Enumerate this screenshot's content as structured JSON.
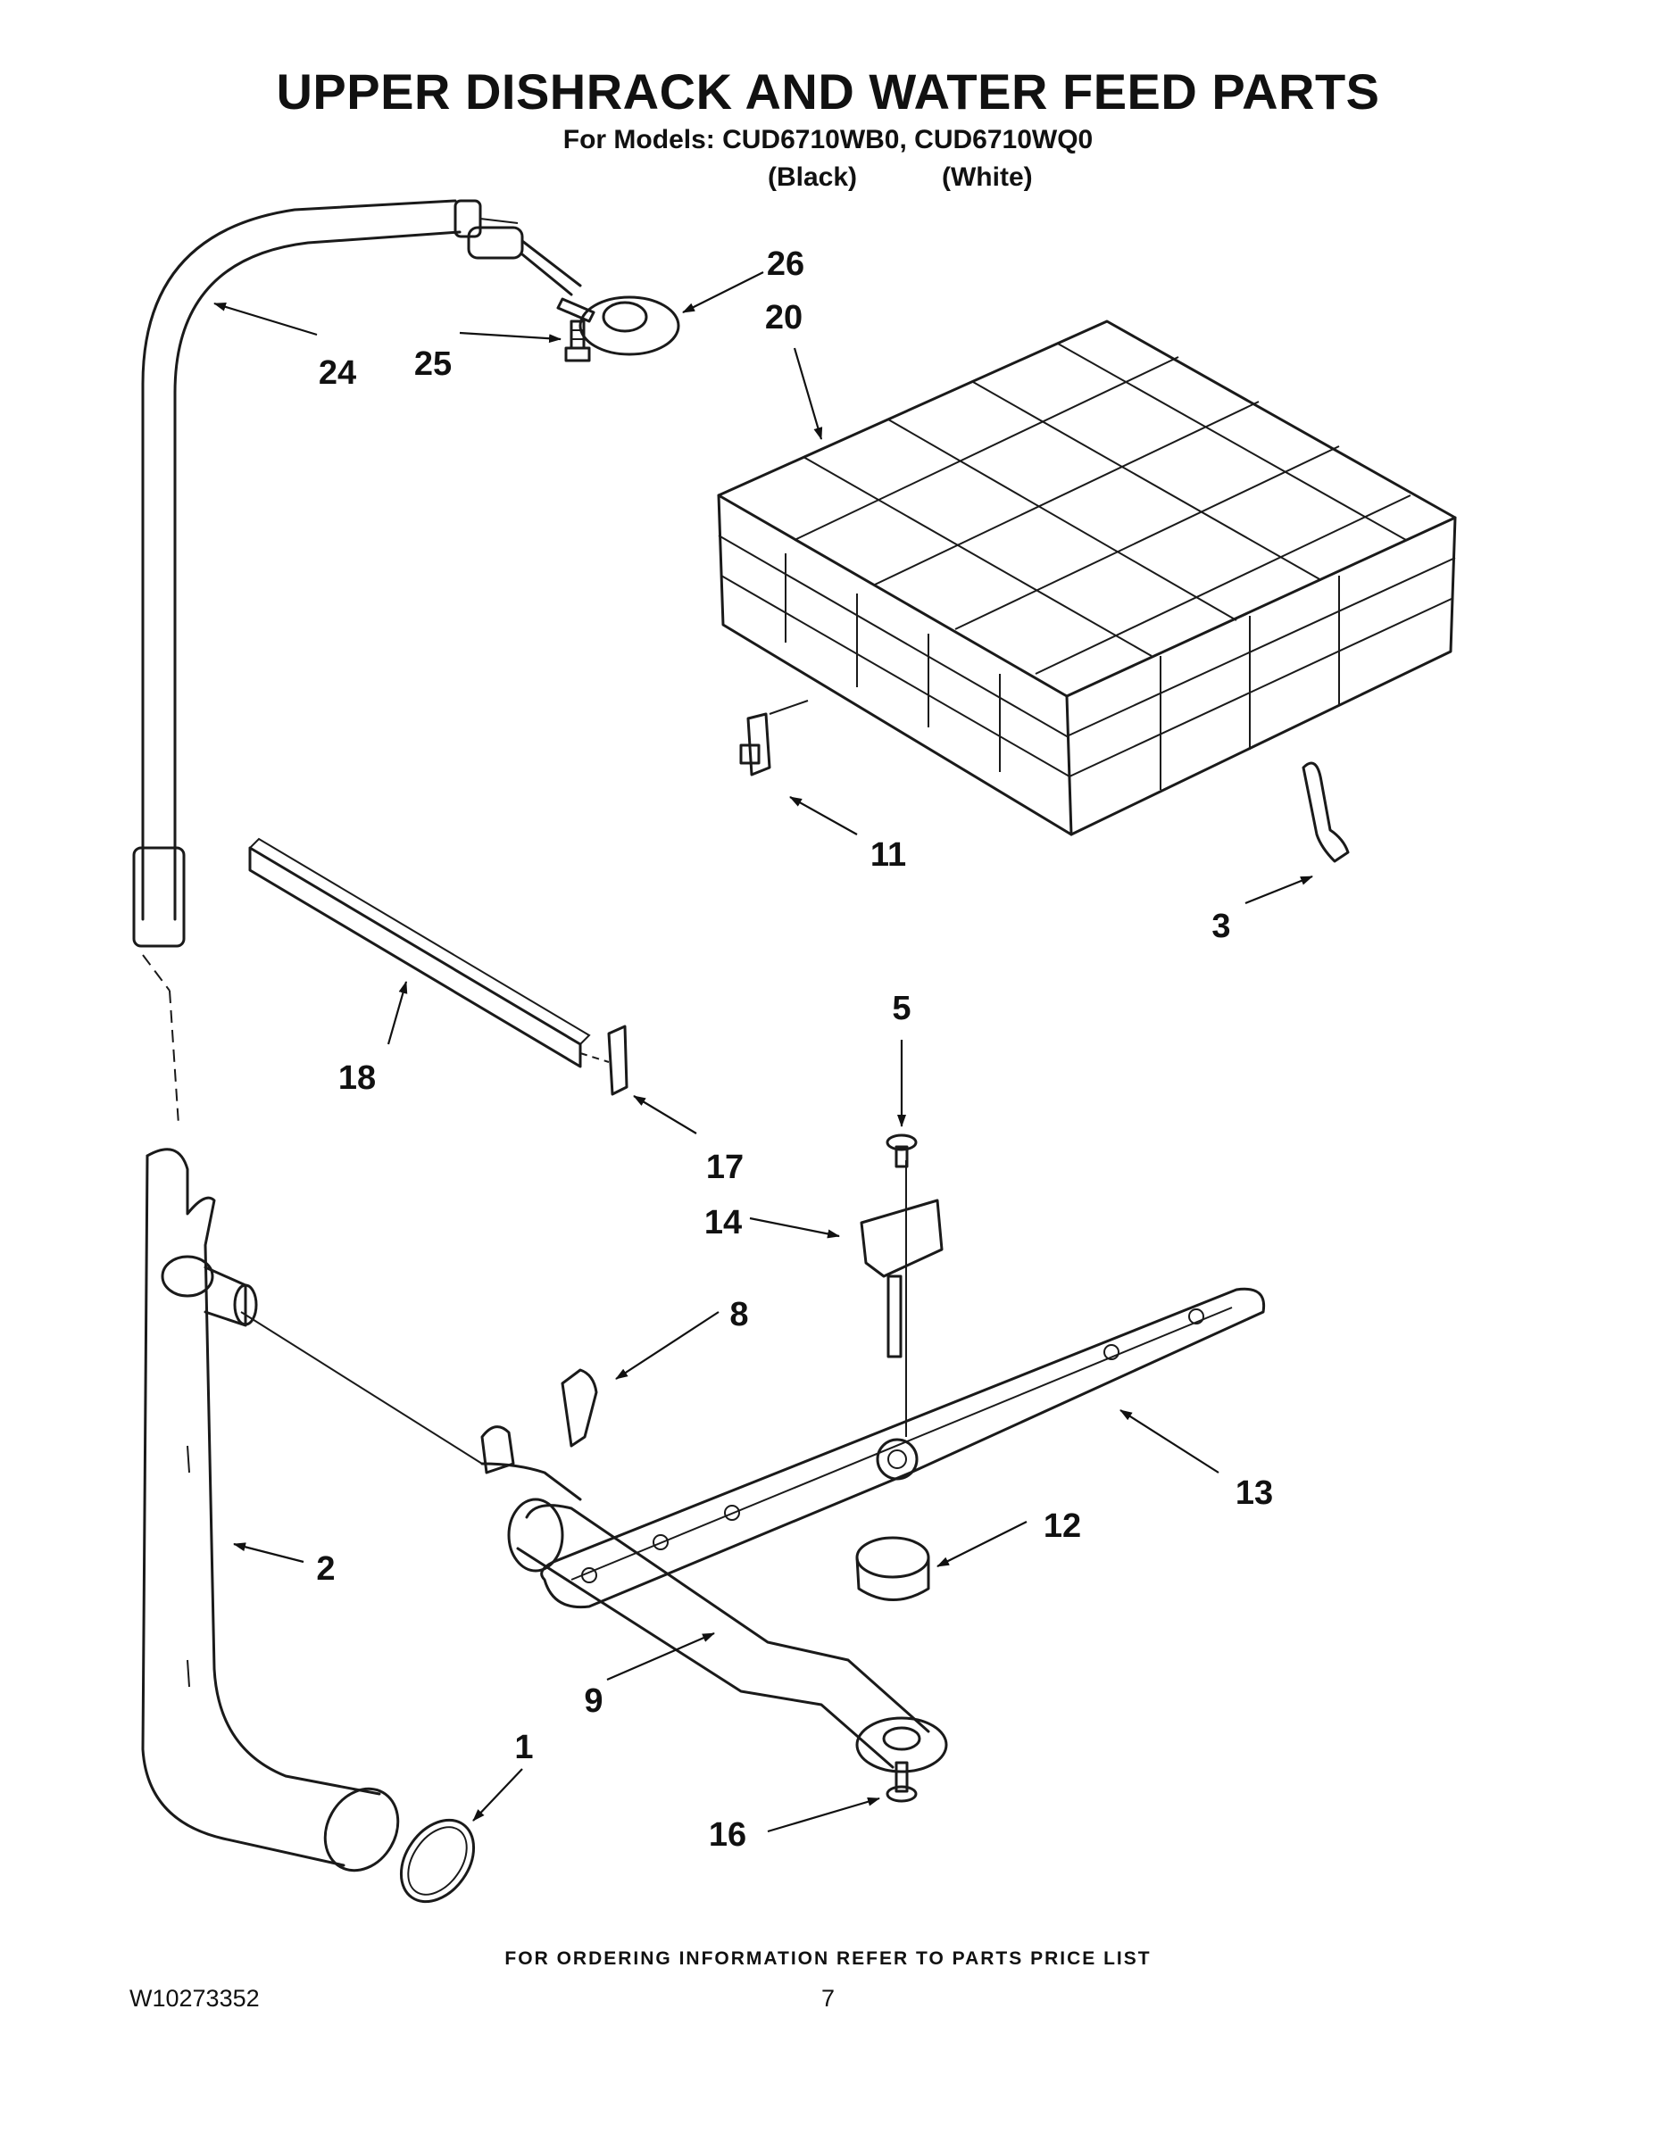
{
  "header": {
    "title": "UPPER DISHRACK AND WATER FEED PARTS",
    "models": "For Models: CUD6710WB0, CUD6710WQ0",
    "finish_black": "(Black)",
    "finish_white": "(White)"
  },
  "callouts": [
    "1",
    "2",
    "3",
    "5",
    "8",
    "9",
    "11",
    "12",
    "13",
    "14",
    "16",
    "17",
    "18",
    "20",
    "24",
    "25",
    "26"
  ],
  "footer": {
    "ordering_note": "FOR ORDERING INFORMATION REFER TO PARTS PRICE LIST",
    "doc_number": "W10273352",
    "page_number": "7"
  }
}
